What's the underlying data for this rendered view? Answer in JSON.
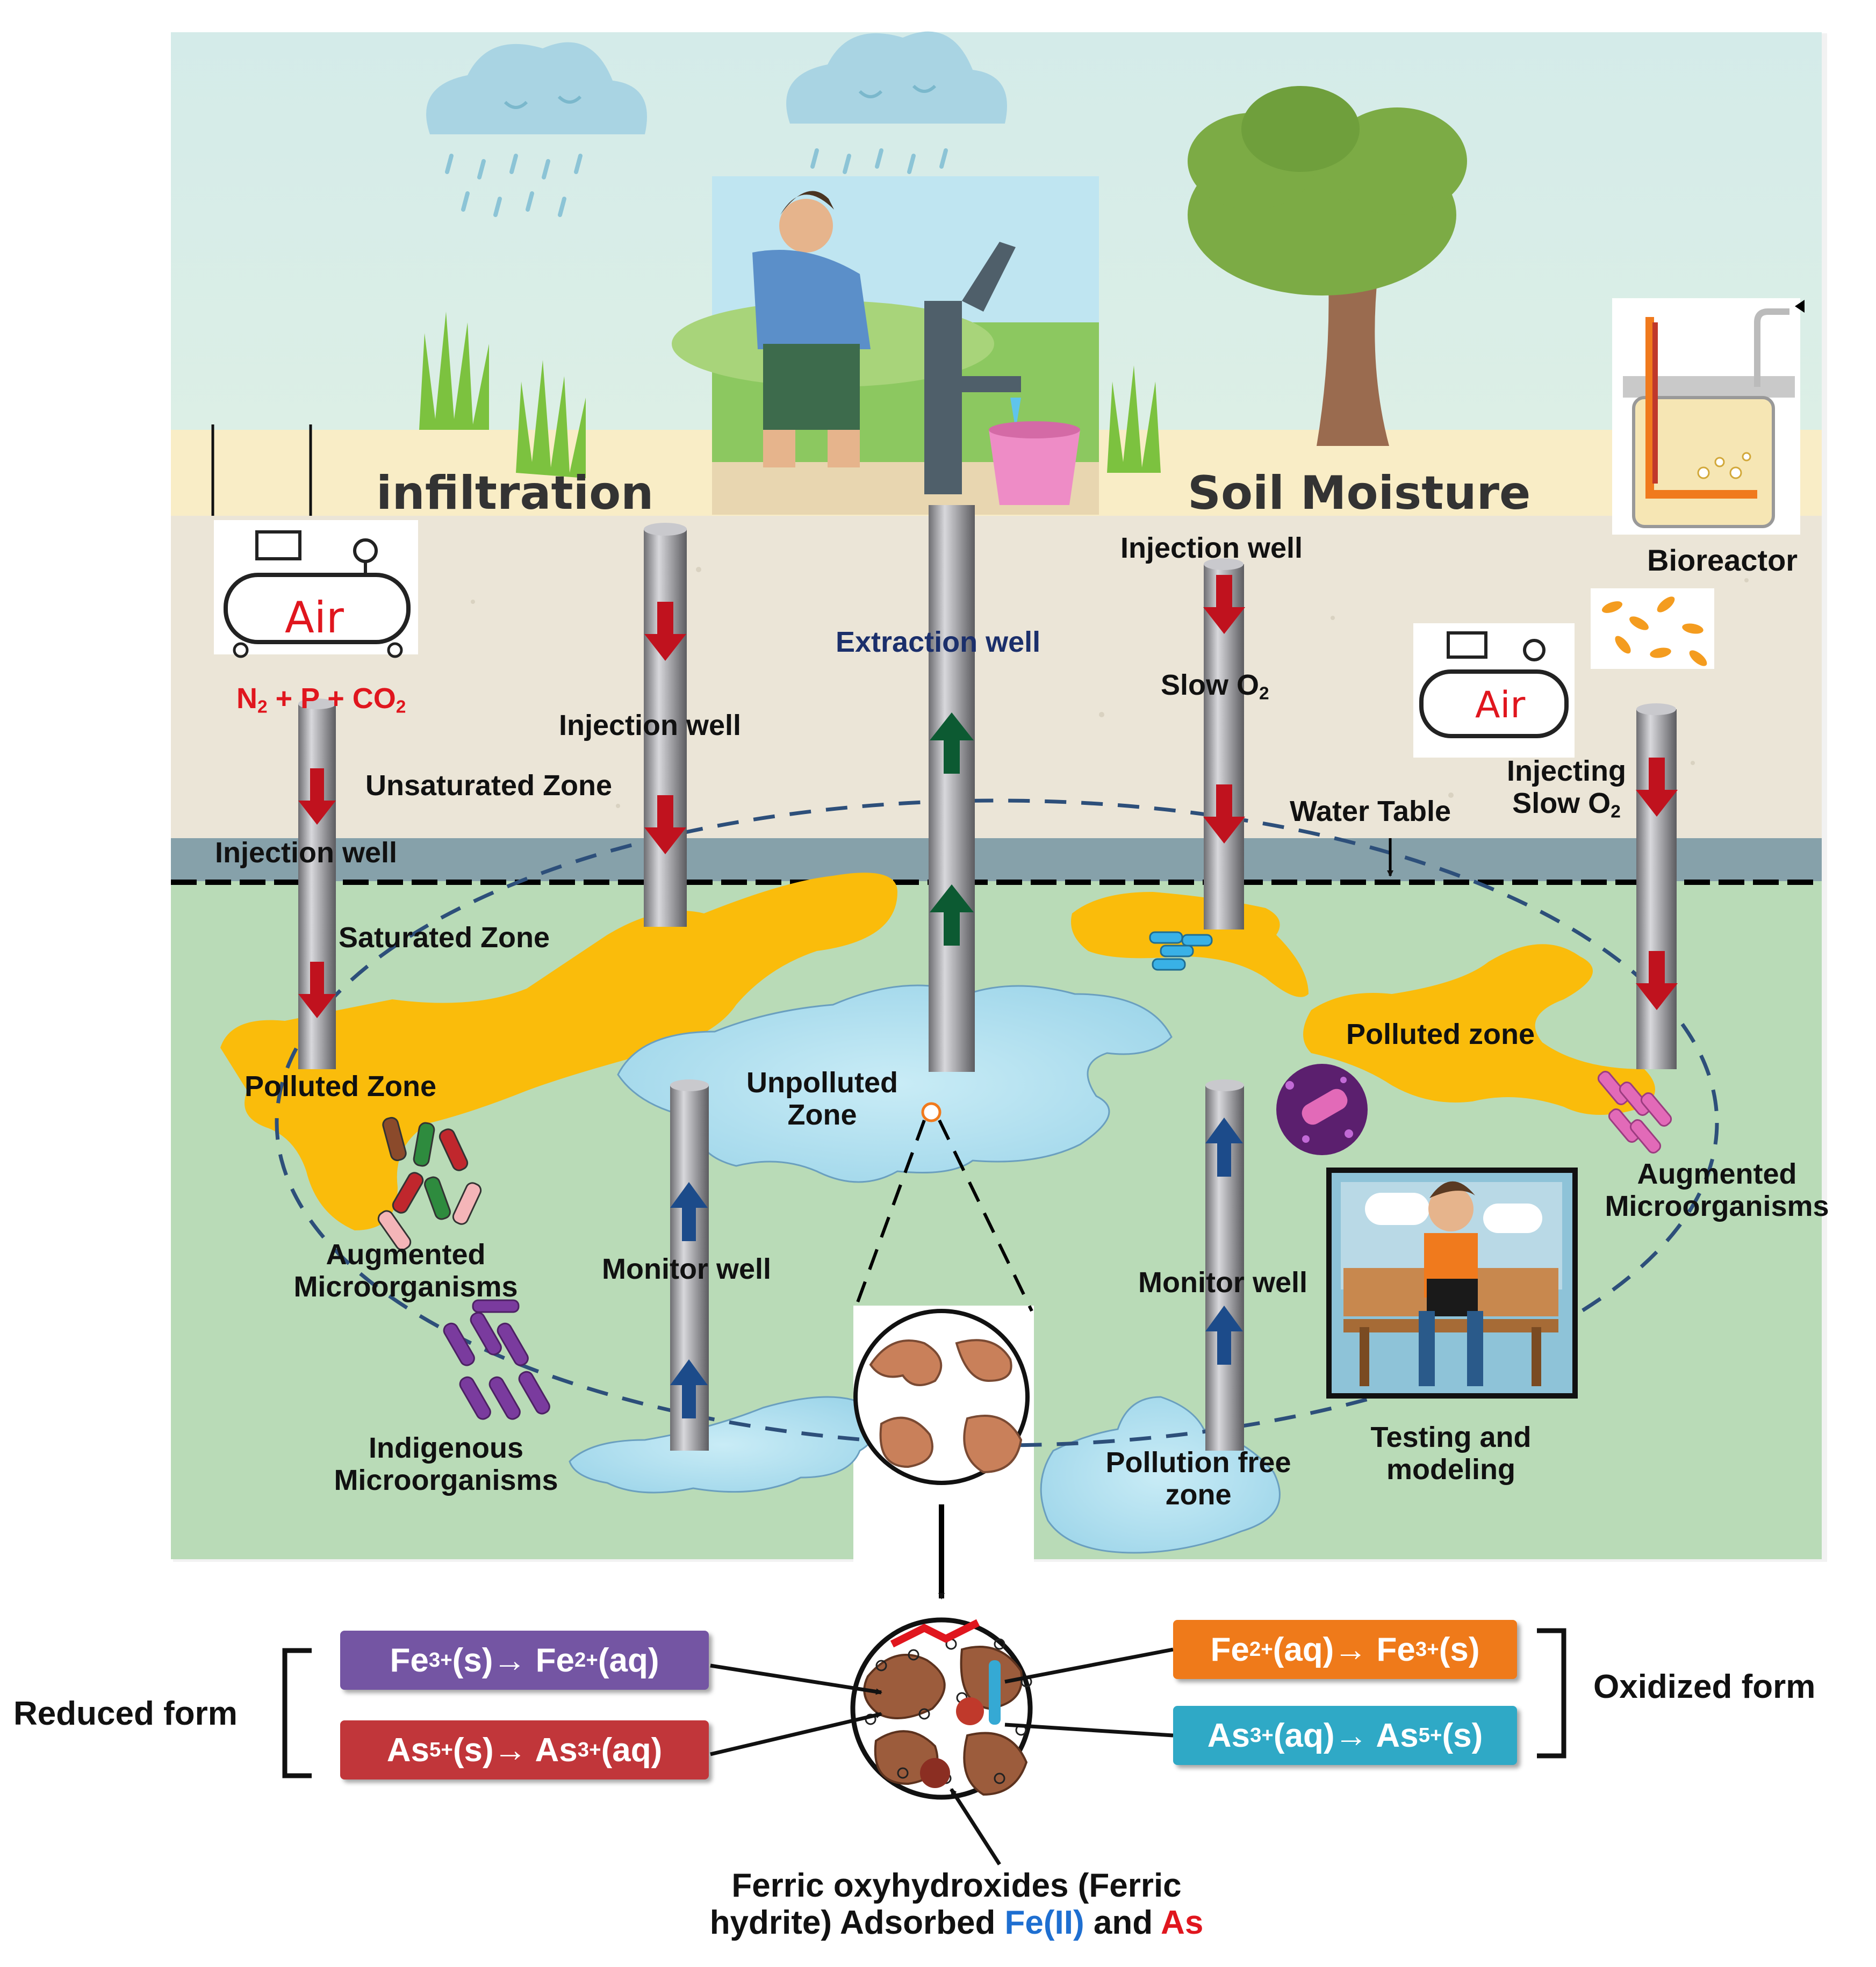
{
  "surface": {
    "infiltration": "infiltration",
    "soil_moisture": "Soil Moisture",
    "bioreactor": "Bioreactor"
  },
  "compressor": {
    "label": "Air"
  },
  "left_injection": {
    "gas_n": "N",
    "gas_n_sub": "2",
    "gas_mid": " + P + CO",
    "gas_co_sub": "2",
    "well_label": "Injection well"
  },
  "injection_well_2": "Injection well",
  "unsaturated_zone": "Unsaturated Zone",
  "saturated_zone": "Saturated Zone",
  "extraction_well": "Extraction well",
  "right_injection": {
    "well_label": "Injection well",
    "slow_o2_text": "Slow O",
    "slow_o2_sub": "2"
  },
  "water_table": "Water Table",
  "injecting": {
    "line1": "Injecting",
    "line2_text": "Slow O",
    "line2_sub": "2"
  },
  "polluted_zone_left": "Polluted Zone",
  "polluted_zone_right": "Polluted zone",
  "unpolluted_zone": {
    "line1": "Unpolluted",
    "line2": "Zone"
  },
  "augmented_left": {
    "line1": "Augmented",
    "line2": "Microorganisms"
  },
  "augmented_right": {
    "line1": "Augmented",
    "line2": "Microorganisms"
  },
  "indigenous": {
    "line1": "Indigenous",
    "line2": "Microorganisms"
  },
  "monitor_well_left": "Monitor well",
  "monitor_well_right": "Monitor well",
  "pollution_free": {
    "line1": "Pollution free",
    "line2": "zone"
  },
  "testing": {
    "line1": "Testing and",
    "line2": "modeling"
  },
  "reduced_form": "Reduced form",
  "oxidized_form": "Oxidized form",
  "reactions": {
    "r1": {
      "a": "Fe",
      "a_sup": "3+",
      "b": "(s)→ Fe",
      "b_sup": "2+",
      "c": " (aq)"
    },
    "r2": {
      "a": "As",
      "a_sup": "5+",
      "b": "(s)→ As",
      "b_sup": "3+",
      "c": " (aq)"
    },
    "o1": {
      "a": "Fe",
      "a_sup": "2+",
      "b": "(aq)→ Fe",
      "b_sup": "3+",
      "c": " (s)"
    },
    "o2": {
      "a": "As",
      "a_sup": "3+",
      "b": "(aq)→ As",
      "b_sup": "5+",
      "c": " (s)"
    }
  },
  "ferric": {
    "line1": "Ferric oxyhydroxides (Ferric",
    "line2_a": "hydrite) Adsorbed ",
    "fe": "Fe(II)",
    "and": " and ",
    "as": "As"
  },
  "colors": {
    "sky": "#d8ebe7",
    "sand": "#f8ecc4",
    "soil": "#ebe5d8",
    "water_band": "#87a3ac",
    "ground": "#b8dbb6",
    "polluted": "#fabc0b",
    "pipe": "#a0a0a4",
    "arrow_red": "#c0121e",
    "arrow_green": "#0c5a32",
    "arrow_blue": "#1c4b8a",
    "purple_box": "#7455a3",
    "red_box": "#c1363a",
    "orange_box": "#ef7a1a",
    "cyan_box": "#2fa9c6",
    "fe_blue": "#1e6fd1",
    "as_red": "#e0161e"
  }
}
